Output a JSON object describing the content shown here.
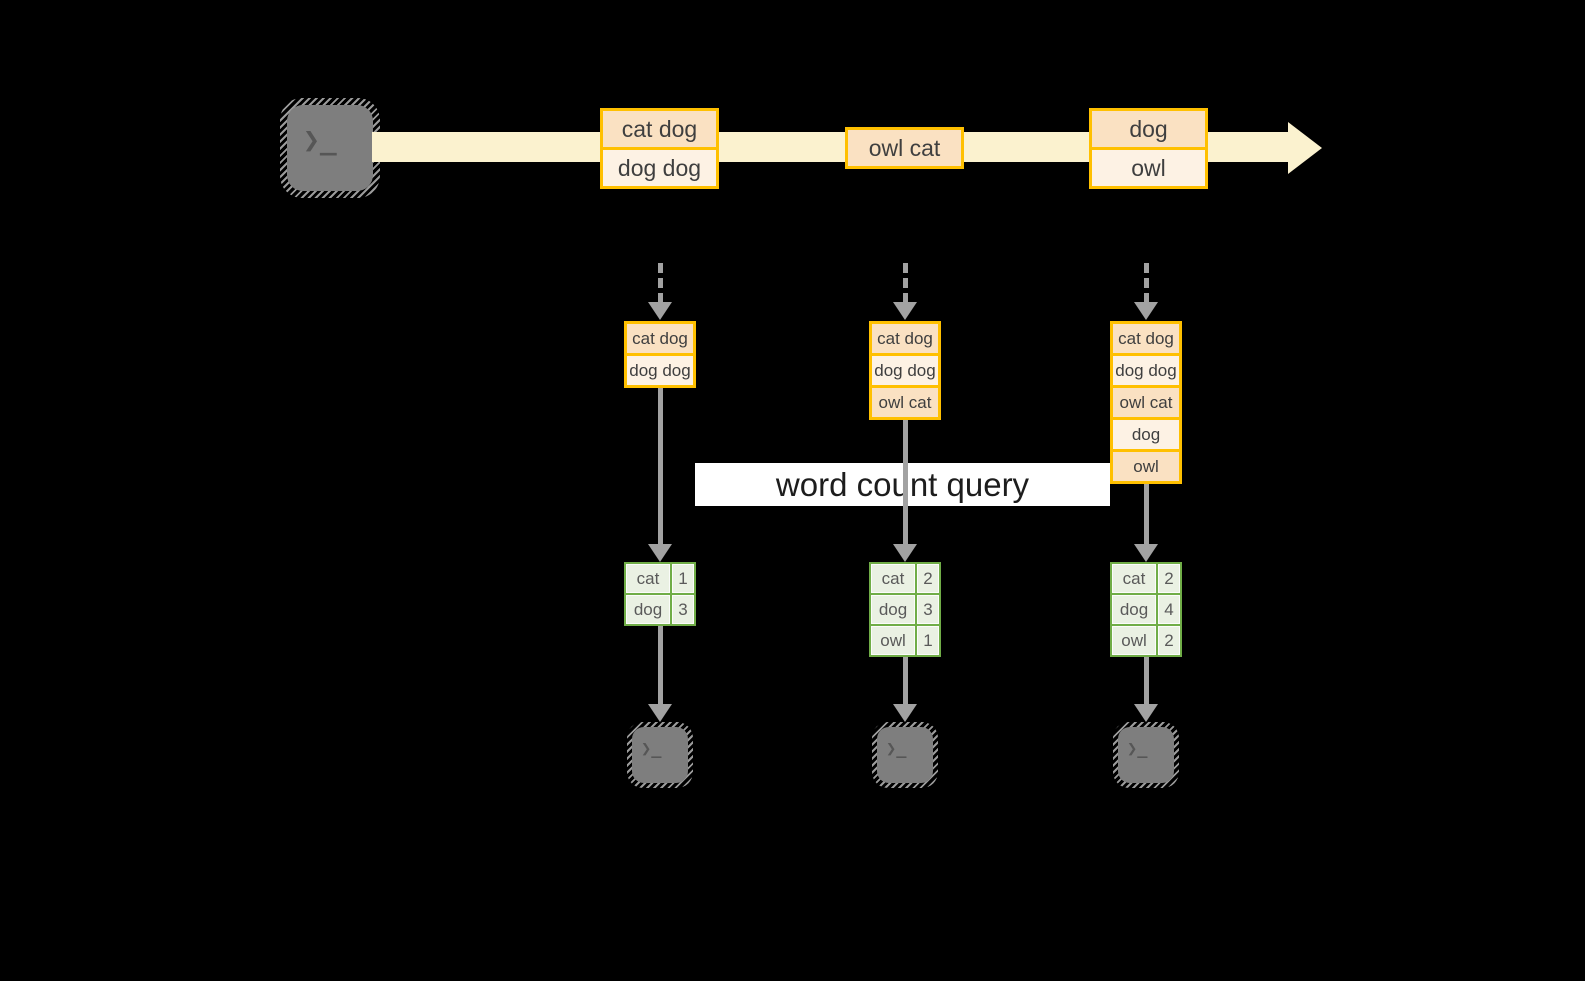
{
  "query_label": "word count query",
  "icons": {
    "terminal_glyph": "❯_"
  },
  "stream": {
    "batches": [
      {
        "items": [
          "cat dog",
          "dog dog"
        ]
      },
      {
        "items": [
          "owl cat"
        ]
      },
      {
        "items": [
          "dog",
          "owl"
        ]
      }
    ]
  },
  "columns": [
    {
      "state": [
        "cat dog",
        "dog dog"
      ],
      "counts": [
        {
          "word": "cat",
          "count": "1"
        },
        {
          "word": "dog",
          "count": "3"
        }
      ]
    },
    {
      "state": [
        "cat dog",
        "dog dog",
        "owl cat"
      ],
      "counts": [
        {
          "word": "cat",
          "count": "2"
        },
        {
          "word": "dog",
          "count": "3"
        },
        {
          "word": "owl",
          "count": "1"
        }
      ]
    },
    {
      "state": [
        "cat dog",
        "dog dog",
        "owl cat",
        "dog",
        "owl"
      ],
      "counts": [
        {
          "word": "cat",
          "count": "2"
        },
        {
          "word": "dog",
          "count": "4"
        },
        {
          "word": "owl",
          "count": "2"
        }
      ]
    }
  ],
  "colors": {
    "background": "#000000",
    "stream_fill": "#FBF2CF",
    "box_border": "#FFC000",
    "box_fill_dark": "#FAE1C2",
    "box_fill_light": "#FDF2E4",
    "table_border": "#70AD47",
    "table_fill": "#EAF1E3",
    "connector_gray": "#A2A2A2",
    "terminal_gray": "#7E7E7E",
    "query_band": "#FFFFFF"
  }
}
